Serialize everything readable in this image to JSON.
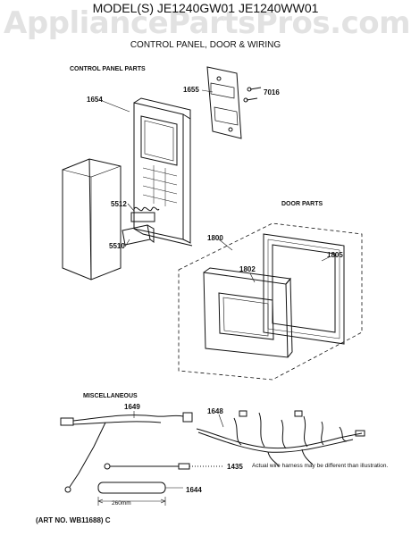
{
  "watermark": "AppliancePartsPros.com",
  "header": {
    "model_line": "MODEL(S) JE1240GW01  JE1240WW01",
    "subtitle": "CONTROL PANEL, DOOR & WIRING"
  },
  "sections": {
    "control_panel": "CONTROL PANEL PARTS",
    "door": "DOOR PARTS",
    "misc": "MISCELLANEOUS"
  },
  "callouts": {
    "c1654": "1654",
    "c1655": "1655",
    "c7016": "7016",
    "c5512": "5512",
    "c5510": "5510",
    "c1800": "1800",
    "c1802": "1802",
    "c1805": "1805",
    "c1649": "1649",
    "c1648": "1648",
    "c1435": "1435",
    "c1644": "1644"
  },
  "dimension_label": "260mm",
  "harness_note": "Actual wire harness may be different than illustration.",
  "art_no": "(ART NO. WB11688) C"
}
